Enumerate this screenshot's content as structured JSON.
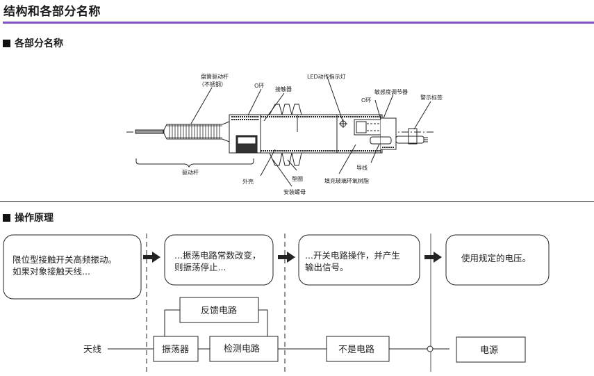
{
  "page_title": "结构和各部分名称",
  "accent_color": "#8050c0",
  "section_parts": {
    "heading": "各部分名称",
    "labels": {
      "coil_spring_rod": "盘簧驱动杆",
      "stainless": "（不锈钢）",
      "o_ring_1": "O环",
      "contactor": "接触器",
      "led": "LED动作指示灯",
      "sensitivity_adjuster": "敏感度调节器",
      "o_ring_2": "O环",
      "warning_label": "警示标签",
      "drive_rod": "驱动杆",
      "housing": "外壳",
      "washer": "垫圈",
      "mounting_nut": "安装螺母",
      "lead_wire": "导线",
      "epoxy": "填充玻璃环氧树脂"
    }
  },
  "section_principle": {
    "heading": "操作原理",
    "steps": [
      {
        "line1": "限位型接触开关高频振动。",
        "line2": "如果对象接触天线..."
      },
      {
        "line1": "...振荡电路常数改变，",
        "line2": "则振荡停止..."
      },
      {
        "line1": "...开关电路操作，并产生",
        "line2": "输出信号。"
      },
      {
        "line1": "使用规定的电压。",
        "line2": ""
      }
    ],
    "blocks": {
      "antenna": "天线",
      "oscillator": "振荡器",
      "detector": "检测电路",
      "feedback": "反馈电路",
      "switch": "不是电路",
      "power": "电源"
    }
  }
}
